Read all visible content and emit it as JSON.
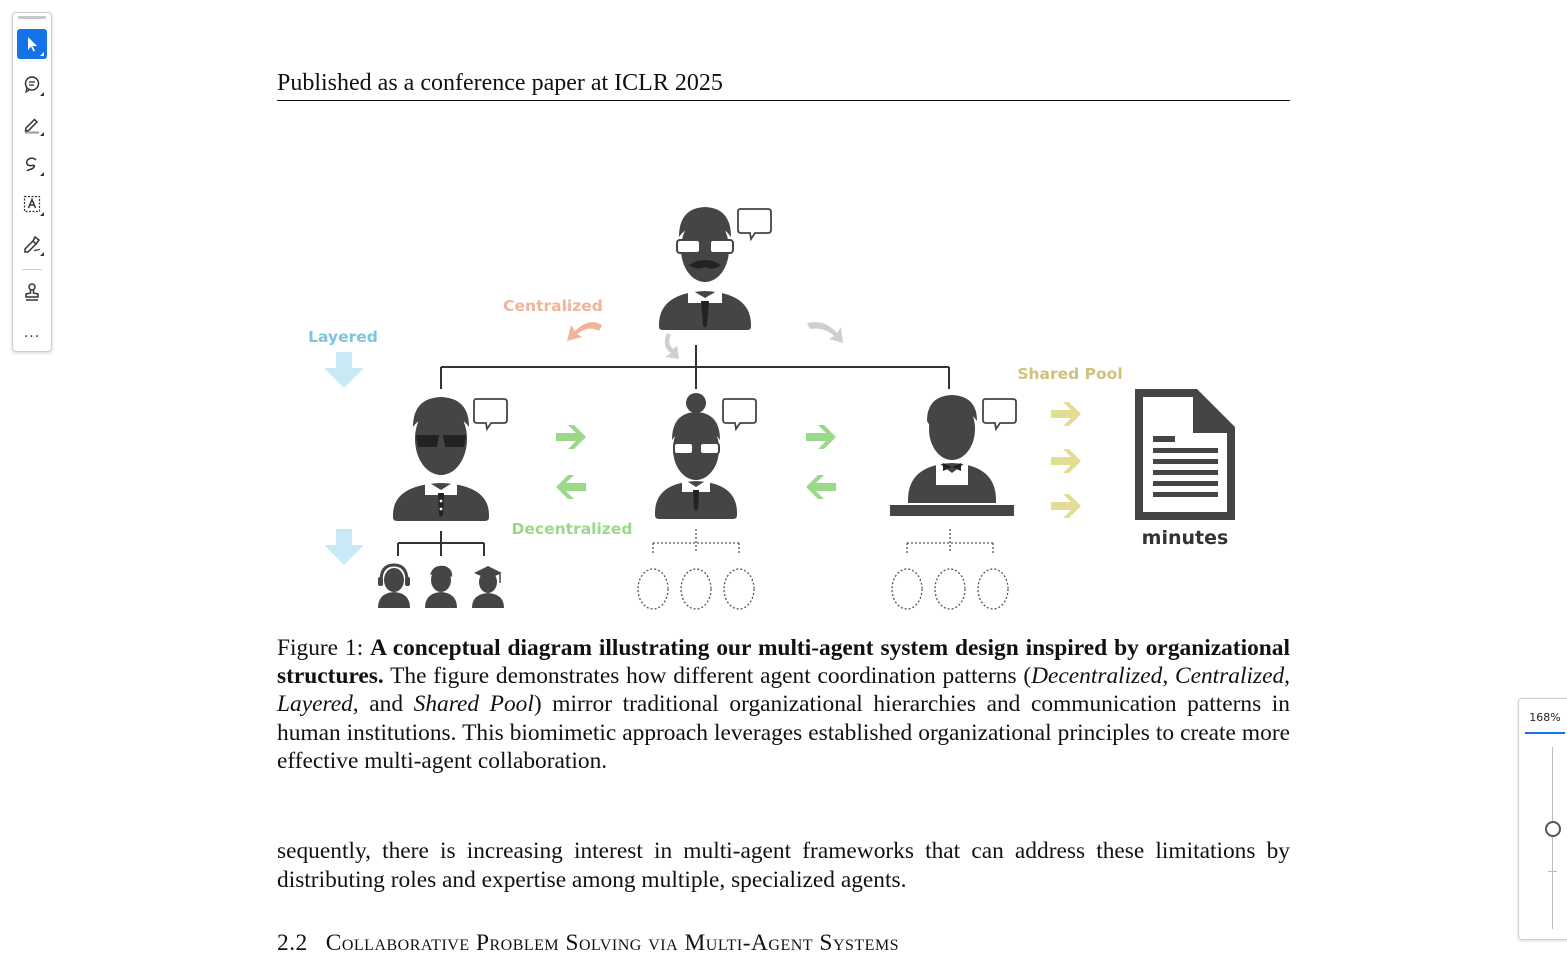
{
  "toolbar": {
    "tools": [
      {
        "name": "select-icon",
        "active": true
      },
      {
        "name": "comment-icon"
      },
      {
        "name": "highlight-pen-icon"
      },
      {
        "name": "draw-freeform-icon"
      },
      {
        "name": "text-box-icon"
      },
      {
        "name": "fill-sign-icon"
      },
      {
        "name": "stamp-icon"
      }
    ],
    "more_label": "..."
  },
  "zoom": {
    "level": "168%",
    "slider_fraction": 0.45
  },
  "page": {
    "header": "Published as a conference paper at ICLR 2025",
    "figure": {
      "labels": {
        "centralized": "Centralized",
        "layered": "Layered",
        "shared_pool": "Shared Pool",
        "decentralized": "Decentralized",
        "minutes": "minutes"
      },
      "colors": {
        "figure_dark": "#454545",
        "centralized": "#f0b49a",
        "layered": "#7cc4e0",
        "layered_arrow": "#c9e9f7",
        "shared_pool": "#cfc27a",
        "decentralized": "#9bd88a"
      }
    },
    "caption": {
      "prefix": "Figure 1:",
      "bold": "A conceptual diagram illustrating our multi-agent system design inspired by organizational structures.",
      "text1": "The figure demonstrates how different agent coordination patterns (",
      "italic1": "Decentralized",
      "sep1": ", ",
      "italic2": "Centralized",
      "sep2": ", ",
      "italic3": "Layered",
      "sep3": ", and ",
      "italic4": "Shared Pool",
      "text2": ") mirror traditional organizational hierarchies and communication patterns in human institutions. This biomimetic approach leverages established organizational principles to create more effective multi-agent collaboration."
    },
    "body_text": "sequently, there is increasing interest in multi-agent frameworks that can address these limitations by distributing roles and expertise among multiple, specialized agents.",
    "section": {
      "number": "2.2",
      "title": "Collaborative Problem Solving via Multi-Agent Systems"
    }
  }
}
